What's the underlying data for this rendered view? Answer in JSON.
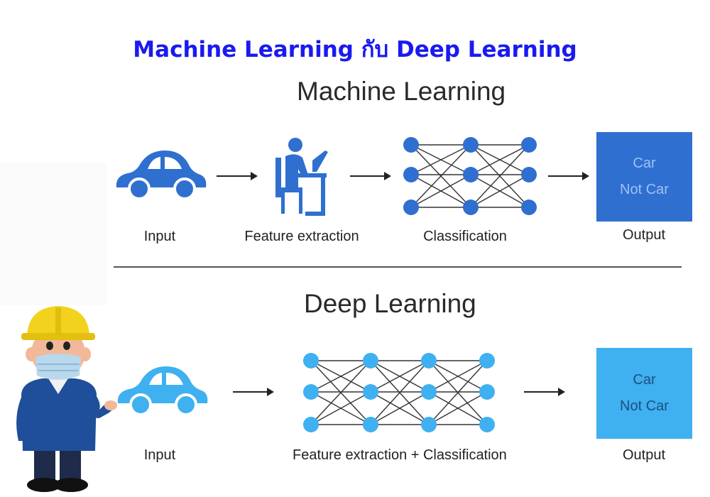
{
  "title": "Machine Learning กับ Deep Learning",
  "ml": {
    "heading": "Machine Learning",
    "input_label": "Input",
    "feature_label": "Feature extraction",
    "classification_label": "Classification",
    "output_label": "Output",
    "output_lines": [
      "Car",
      "Not Car"
    ],
    "color": "#2f6fd0",
    "output_text_color": "#9fc2f2"
  },
  "dl": {
    "heading": "Deep Learning",
    "input_label": "Input",
    "feature_label": "Feature extraction + Classification",
    "output_label": "Output",
    "output_lines": [
      "Car",
      "Not Car"
    ],
    "color": "#3fb0f0",
    "output_text_color": "#1d4f80"
  },
  "icons": [
    "car-icon",
    "person-at-computer-icon",
    "neural-network-icon",
    "arrow-right-icon",
    "engineer-character-icon"
  ]
}
